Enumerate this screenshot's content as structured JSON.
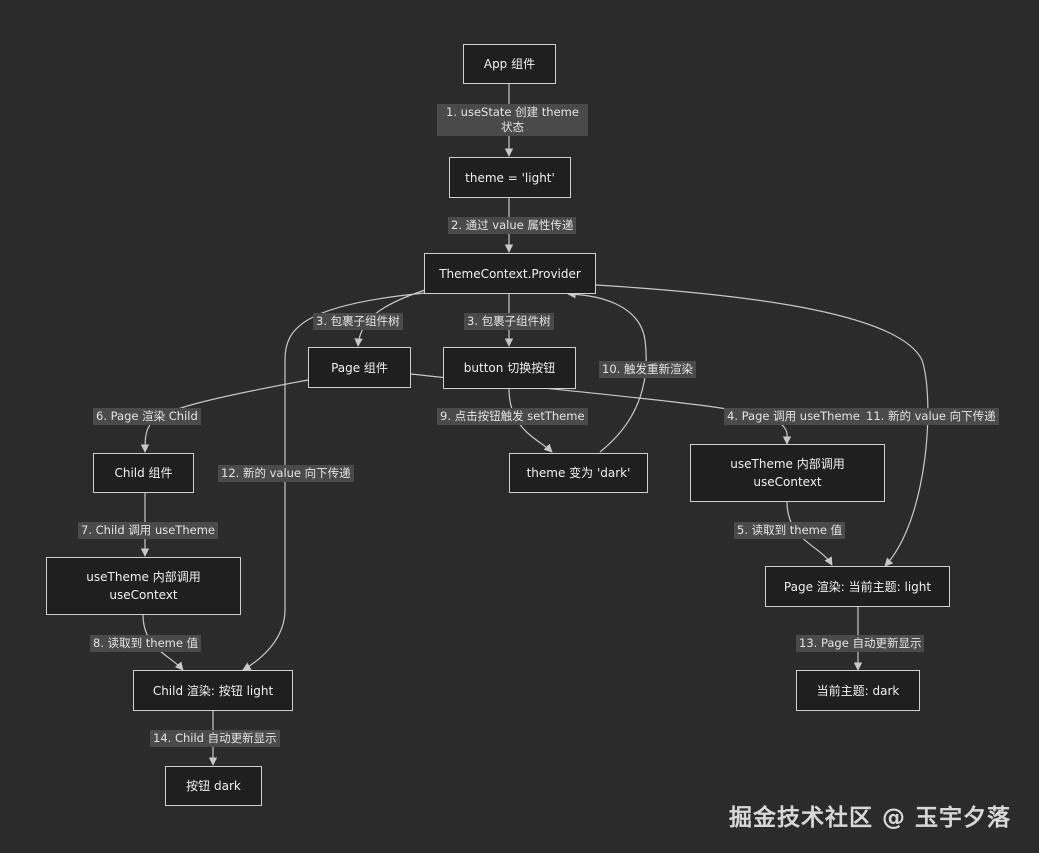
{
  "nodes": {
    "app": "App 组件",
    "theme_init": "theme = 'light'",
    "provider": "ThemeContext.Provider",
    "page": "Page 组件",
    "button": "button 切换按钮",
    "child": "Child 组件",
    "theme_dark": "theme 变为 'dark'",
    "use_theme_right": "useTheme 内部调用 useContext",
    "use_theme_left": "useTheme 内部调用 useContext",
    "page_render": "Page 渲染: 当前主题: light",
    "child_render": "Child 渲染: 按钮 light",
    "page_display": "当前主题: dark",
    "child_display": "按钮 dark"
  },
  "edges": {
    "e1": "1. useState 创建 theme 状态",
    "e2": "2. 通过 value 属性传递",
    "e3a": "3. 包裹子组件树",
    "e3b": "3. 包裹子组件树",
    "e4": "4. Page 调用 useTheme",
    "e5": "5. 读取到 theme 值",
    "e6": "6. Page 渲染 Child",
    "e7": "7. Child 调用 useTheme",
    "e8": "8. 读取到 theme 值",
    "e9": "9. 点击按钮触发 setTheme",
    "e10": "10. 触发重新渲染",
    "e11": "11. 新的 value 向下传递",
    "e12": "12. 新的 value 向下传递",
    "e13": "13. Page 自动更新显示",
    "e14": "14. Child 自动更新显示"
  },
  "watermark": "掘金技术社区 @ 玉宇夕落",
  "colors": {
    "background": "#2b2b2b",
    "node_fill": "#1f1f1f",
    "node_border": "#cfcfcf",
    "edge": "#c8c8c8",
    "label_bg": "#4a4a4a"
  }
}
